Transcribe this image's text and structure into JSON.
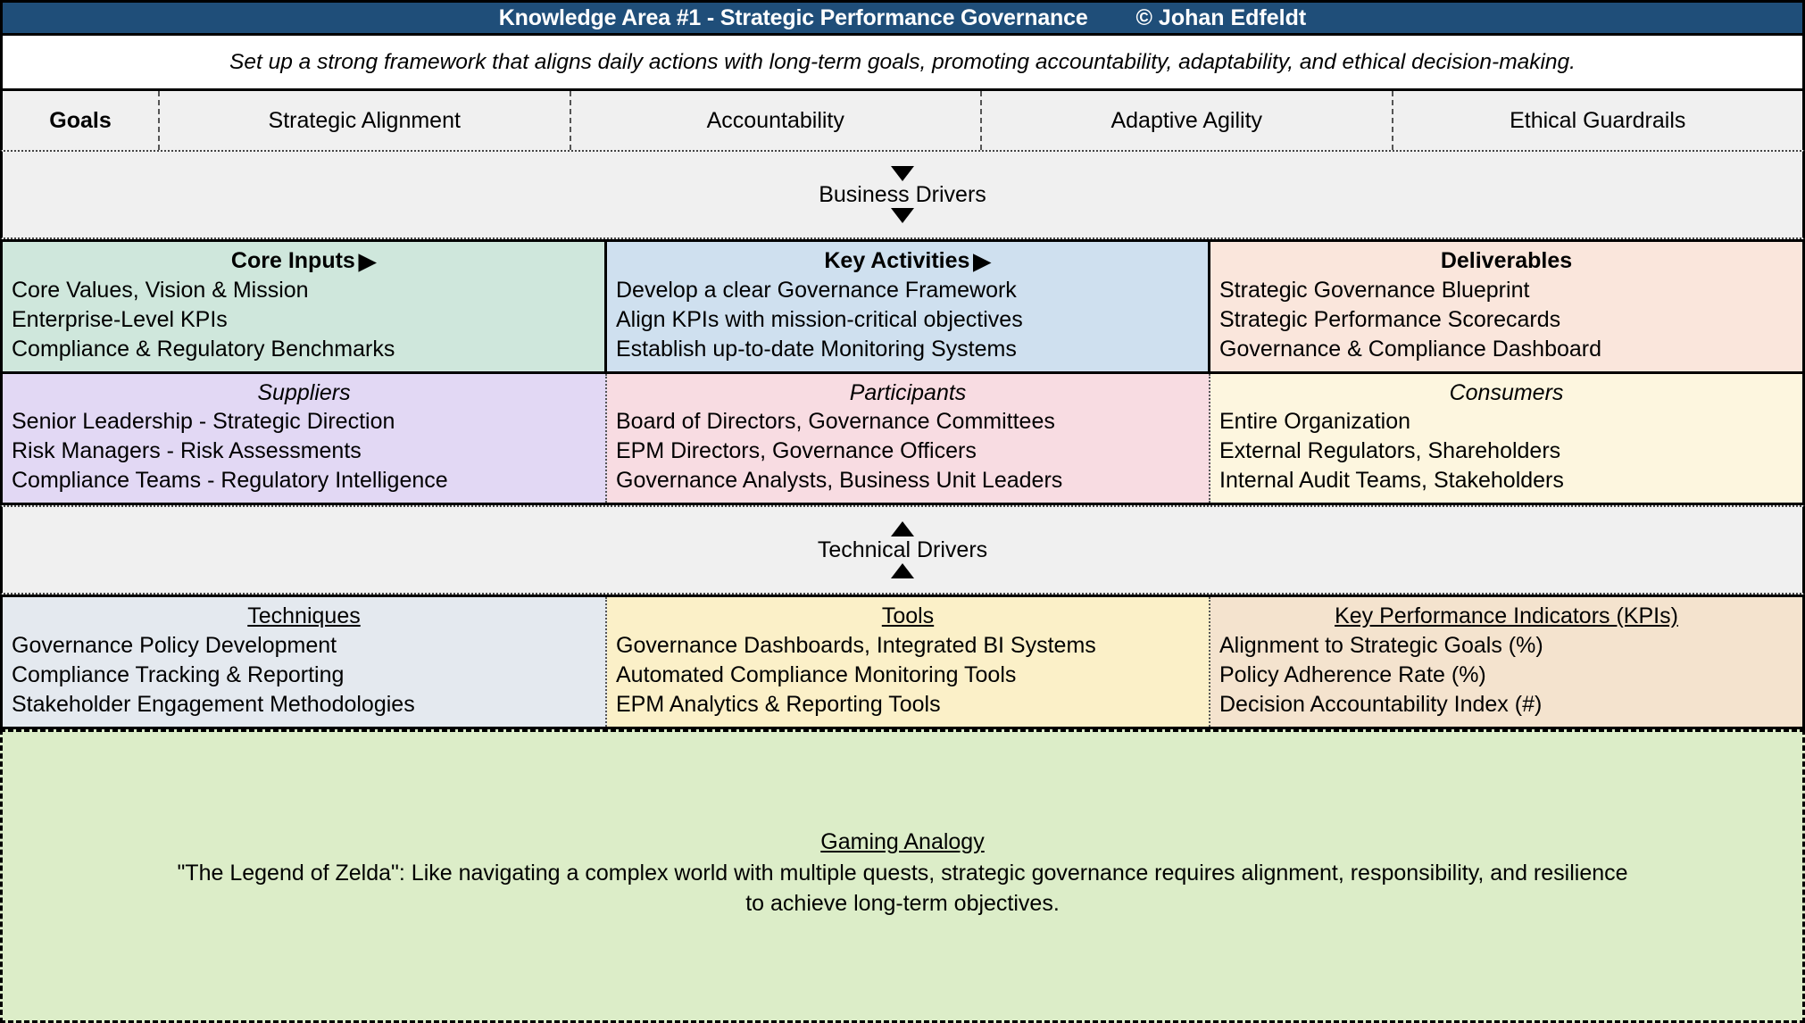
{
  "header": {
    "title": "Knowledge Area #1 - Strategic Performance Governance",
    "credit": "© Johan Edfeldt",
    "bar_color": "#1F4E79",
    "text_color": "#FFFFFF"
  },
  "purpose": {
    "text": "Set up a strong framework that aligns daily actions with long-term goals, promoting accountability, adaptability, and ethical decision-making."
  },
  "goals": {
    "label": "Goals",
    "items": [
      "Strategic Alignment",
      "Accountability",
      "Adaptive Agility",
      "Ethical Guardrails"
    ]
  },
  "business_drivers": {
    "label": "Business Drivers",
    "arrow_top": "triangle-down",
    "arrow_bottom": "triangle-down"
  },
  "technical_drivers": {
    "label": "Technical Drivers",
    "arrow_top": "triangle-up",
    "arrow_bottom": "triangle-up"
  },
  "sipoc": {
    "row1": [
      {
        "title": "Core Inputs",
        "arrow": "▶",
        "color": "#CFE7DC",
        "items": [
          "Core Values, Vision & Mission",
          "Enterprise-Level KPIs",
          "Compliance & Regulatory Benchmarks"
        ]
      },
      {
        "title": "Key Activities",
        "arrow": "▶",
        "color": "#CFE0EF",
        "items": [
          "Develop a clear Governance Framework",
          "Align KPIs with mission-critical objectives",
          "Establish up-to-date Monitoring Systems"
        ]
      },
      {
        "title": "Deliverables",
        "arrow": "",
        "color": "#FAE6DC",
        "items": [
          "Strategic Governance Blueprint",
          "Strategic Performance Scorecards",
          "Governance & Compliance Dashboard"
        ]
      }
    ],
    "row2": [
      {
        "title": "Suppliers",
        "color": "#E2D8F4",
        "items": [
          "Senior Leadership - Strategic Direction",
          "Risk Managers - Risk Assessments",
          "Compliance Teams - Regulatory Intelligence"
        ]
      },
      {
        "title": "Participants",
        "color": "#F8DCE2",
        "items": [
          "Board of Directors, Governance Committees",
          "EPM Directors, Governance Officers",
          "Governance Analysts, Business Unit Leaders"
        ]
      },
      {
        "title": "Consumers",
        "color": "#FDF6DF",
        "items": [
          "Entire Organization",
          "External Regulators, Shareholders",
          "Internal Audit Teams, Stakeholders"
        ]
      }
    ],
    "row3": [
      {
        "title": "Techniques",
        "color": "#E4E9EF",
        "items": [
          "Governance Policy Development",
          "Compliance Tracking & Reporting",
          "Stakeholder Engagement Methodologies"
        ]
      },
      {
        "title": "Tools",
        "color": "#FBF0C8",
        "items": [
          "Governance Dashboards, Integrated BI Systems",
          "Automated Compliance Monitoring Tools",
          "EPM Analytics & Reporting Tools"
        ]
      },
      {
        "title": "Key Performance Indicators (KPIs)",
        "color": "#F4E3CE",
        "items": [
          "Alignment to Strategic Goals (%)",
          "Policy Adherence Rate (%)",
          "Decision Accountability Index (#)"
        ]
      }
    ]
  },
  "analogy": {
    "heading": "Gaming Analogy",
    "body": "\"The Legend of Zelda\": Like navigating a complex world with multiple quests, strategic governance requires alignment, responsibility, and resilience to achieve long-term objectives.",
    "color": "#DCEDC8"
  }
}
